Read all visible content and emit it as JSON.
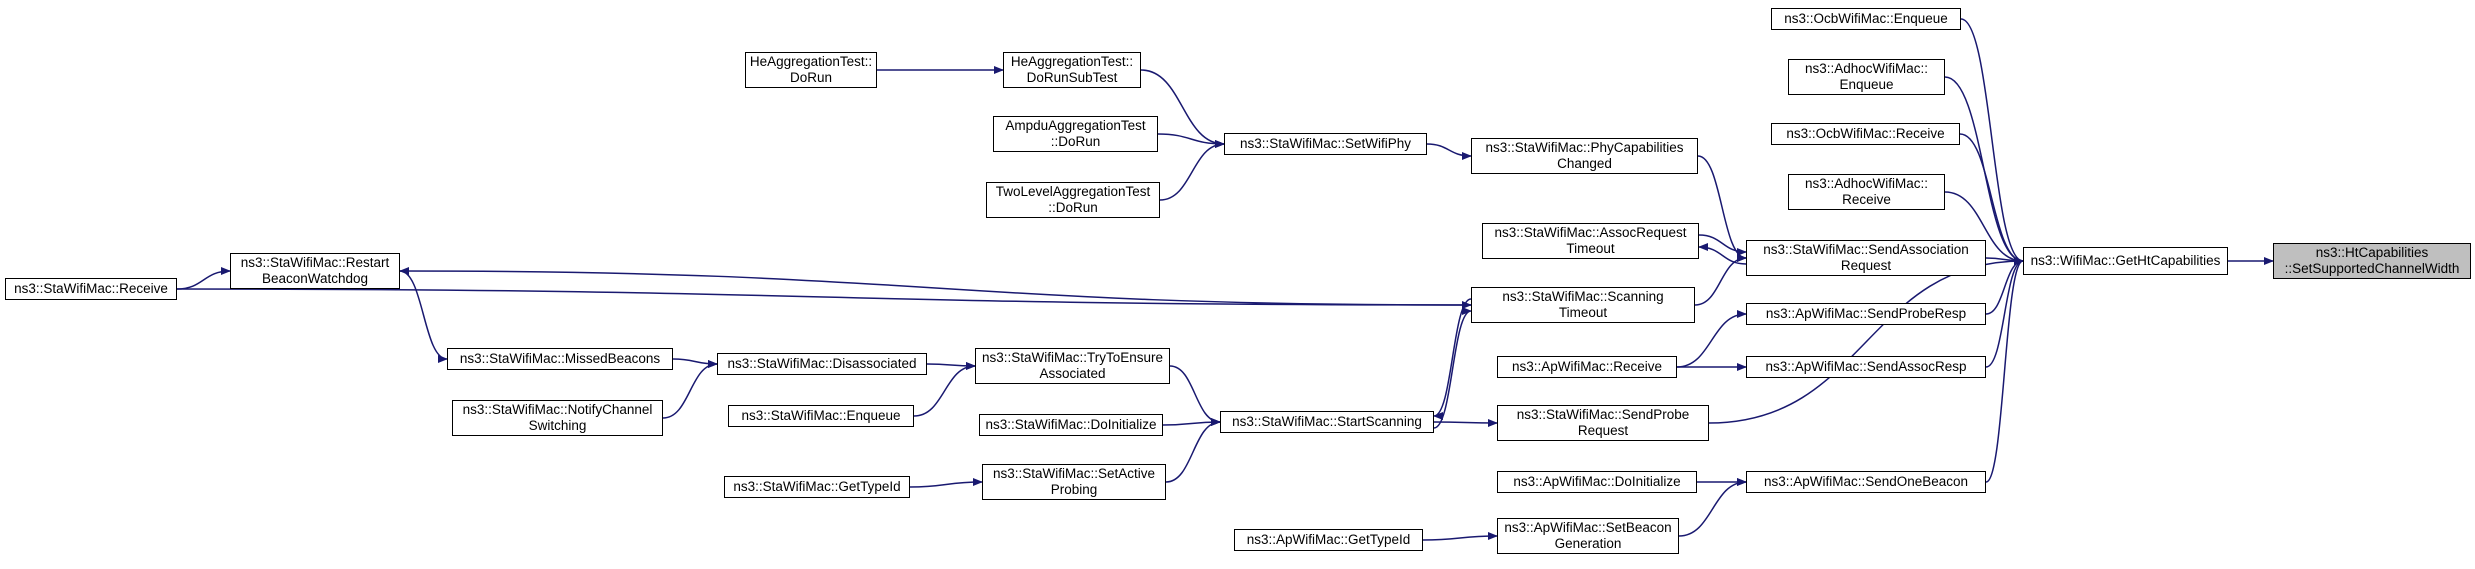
{
  "graph": {
    "colors": {
      "edge": "#191970",
      "node_border": "#000000",
      "focus_fill": "#bfbfbf",
      "node_fill": "#ffffff"
    },
    "nodes": [
      {
        "id": "ht_set",
        "label": [
          "ns3::HtCapabilities",
          "::SetSupportedChannelWidth"
        ],
        "focus": true
      },
      {
        "id": "getht",
        "label": [
          "ns3::WifiMac::GetHtCapabilities"
        ]
      },
      {
        "id": "ocb_enq",
        "label": [
          "ns3::OcbWifiMac::Enqueue"
        ]
      },
      {
        "id": "adhoc_enq",
        "label": [
          "ns3::AdhocWifiMac::",
          "Enqueue"
        ]
      },
      {
        "id": "ocb_recv",
        "label": [
          "ns3::OcbWifiMac::Receive"
        ]
      },
      {
        "id": "adhoc_recv",
        "label": [
          "ns3::AdhocWifiMac::",
          "Receive"
        ]
      },
      {
        "id": "send_assoc_req",
        "label": [
          "ns3::StaWifiMac::SendAssociation",
          "Request"
        ]
      },
      {
        "id": "send_probe_resp",
        "label": [
          "ns3::ApWifiMac::SendProbeResp"
        ]
      },
      {
        "id": "send_assoc_resp",
        "label": [
          "ns3::ApWifiMac::SendAssocResp"
        ]
      },
      {
        "id": "send_probe_req",
        "label": [
          "ns3::StaWifiMac::SendProbe",
          "Request"
        ]
      },
      {
        "id": "send_one_beacon",
        "label": [
          "ns3::ApWifiMac::SendOneBeacon"
        ]
      },
      {
        "id": "phy_cap",
        "label": [
          "ns3::StaWifiMac::PhyCapabilities",
          "Changed"
        ]
      },
      {
        "id": "assoc_timeout",
        "label": [
          "ns3::StaWifiMac::AssocRequest",
          "Timeout"
        ]
      },
      {
        "id": "scan_timeout",
        "label": [
          "ns3::StaWifiMac::Scanning",
          "Timeout"
        ]
      },
      {
        "id": "ap_recv",
        "label": [
          "ns3::ApWifiMac::Receive"
        ]
      },
      {
        "id": "ap_doinit",
        "label": [
          "ns3::ApWifiMac::DoInitialize"
        ]
      },
      {
        "id": "set_beacon_gen",
        "label": [
          "ns3::ApWifiMac::SetBeacon",
          "Generation"
        ]
      },
      {
        "id": "set_wifi_phy",
        "label": [
          "ns3::StaWifiMac::SetWifiPhy"
        ]
      },
      {
        "id": "start_scan",
        "label": [
          "ns3::StaWifiMac::StartScanning"
        ]
      },
      {
        "id": "he_subtest",
        "label": [
          "HeAggregationTest::",
          "DoRunSubTest"
        ]
      },
      {
        "id": "he_dorun",
        "label": [
          "HeAggregationTest::",
          "DoRun"
        ]
      },
      {
        "id": "ampdu_dorun",
        "label": [
          "AmpduAggregationTest",
          "::DoRun"
        ]
      },
      {
        "id": "twolevel_dorun",
        "label": [
          "TwoLevelAggregationTest",
          "::DoRun"
        ]
      },
      {
        "id": "try_ensure",
        "label": [
          "ns3::StaWifiMac::TryToEnsure",
          "Associated"
        ]
      },
      {
        "id": "sta_doinit",
        "label": [
          "ns3::StaWifiMac::DoInitialize"
        ]
      },
      {
        "id": "set_active",
        "label": [
          "ns3::StaWifiMac::SetActive",
          "Probing"
        ]
      },
      {
        "id": "disassoc",
        "label": [
          "ns3::StaWifiMac::Disassociated"
        ]
      },
      {
        "id": "sta_enq",
        "label": [
          "ns3::StaWifiMac::Enqueue"
        ]
      },
      {
        "id": "sta_typeid",
        "label": [
          "ns3::StaWifiMac::GetTypeId"
        ]
      },
      {
        "id": "missed",
        "label": [
          "ns3::StaWifiMac::MissedBeacons"
        ]
      },
      {
        "id": "notify",
        "label": [
          "ns3::StaWifiMac::NotifyChannel",
          "Switching"
        ]
      },
      {
        "id": "restart",
        "label": [
          "ns3::StaWifiMac::Restart",
          "BeaconWatchdog"
        ]
      },
      {
        "id": "sta_recv",
        "label": [
          "ns3::StaWifiMac::Receive"
        ]
      },
      {
        "id": "ap_typeid",
        "label": [
          "ns3::ApWifiMac::GetTypeId"
        ]
      }
    ],
    "edges": [
      [
        "getht",
        "ht_set"
      ],
      [
        "ocb_enq",
        "getht"
      ],
      [
        "adhoc_enq",
        "getht"
      ],
      [
        "ocb_recv",
        "getht"
      ],
      [
        "adhoc_recv",
        "getht"
      ],
      [
        "send_assoc_req",
        "getht"
      ],
      [
        "send_probe_resp",
        "getht"
      ],
      [
        "send_assoc_resp",
        "getht"
      ],
      [
        "send_probe_req",
        "getht"
      ],
      [
        "send_one_beacon",
        "getht"
      ],
      [
        "phy_cap",
        "send_assoc_req"
      ],
      [
        "assoc_timeout",
        "send_assoc_req"
      ],
      [
        "send_assoc_req",
        "assoc_timeout"
      ],
      [
        "scan_timeout",
        "send_assoc_req"
      ],
      [
        "ap_recv",
        "send_probe_resp"
      ],
      [
        "ap_recv",
        "send_assoc_resp"
      ],
      [
        "start_scan",
        "send_probe_req"
      ],
      [
        "ap_doinit",
        "send_one_beacon"
      ],
      [
        "set_beacon_gen",
        "send_one_beacon"
      ],
      [
        "set_wifi_phy",
        "phy_cap"
      ],
      [
        "start_scan",
        "scan_timeout"
      ],
      [
        "scan_timeout",
        "start_scan"
      ],
      [
        "sta_recv",
        "scan_timeout"
      ],
      [
        "scan_timeout",
        "restart"
      ],
      [
        "ap_typeid",
        "set_beacon_gen"
      ],
      [
        "he_subtest",
        "set_wifi_phy"
      ],
      [
        "ampdu_dorun",
        "set_wifi_phy"
      ],
      [
        "twolevel_dorun",
        "set_wifi_phy"
      ],
      [
        "he_dorun",
        "he_subtest"
      ],
      [
        "try_ensure",
        "start_scan"
      ],
      [
        "sta_doinit",
        "start_scan"
      ],
      [
        "set_active",
        "start_scan"
      ],
      [
        "disassoc",
        "try_ensure"
      ],
      [
        "sta_enq",
        "try_ensure"
      ],
      [
        "sta_typeid",
        "set_active"
      ],
      [
        "missed",
        "disassoc"
      ],
      [
        "notify",
        "disassoc"
      ],
      [
        "restart",
        "missed"
      ],
      [
        "sta_recv",
        "restart"
      ]
    ]
  }
}
